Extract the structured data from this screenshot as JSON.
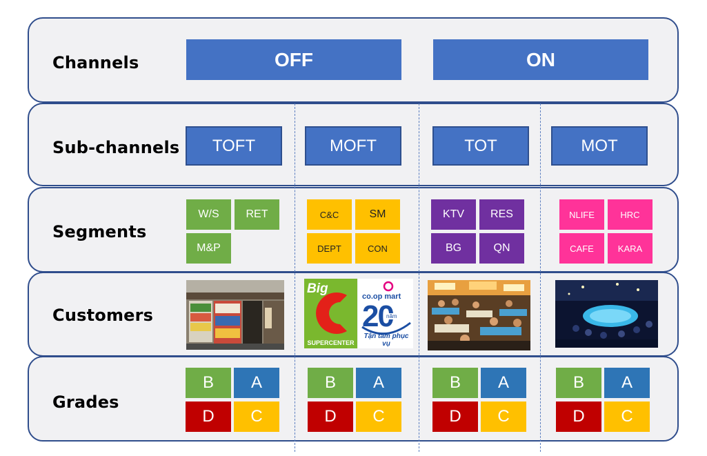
{
  "labels": {
    "channels": "Channels",
    "sub_channels": "Sub-channels",
    "segments": "Segments",
    "customers": "Customers",
    "grades": "Grades"
  },
  "channels": [
    "OFF",
    "ON"
  ],
  "sub_channels": [
    "TOFT",
    "MOFT",
    "TOT",
    "MOT"
  ],
  "segments": {
    "toft": [
      "W/S",
      "RET",
      "M&P"
    ],
    "moft": [
      "C&C",
      "SM",
      "DEPT",
      "CON"
    ],
    "tot": [
      "KTV",
      "RES",
      "BG",
      "QN"
    ],
    "mot": [
      "NLIFE",
      "HRC",
      "CAFE",
      "KARA"
    ]
  },
  "customers": {
    "bigc_logo_text": "Big",
    "bigc_sub": "SUPERCENTER",
    "coopmart_brand": "co.op mart",
    "coopmart_number": "20",
    "coopmart_nam": "năm",
    "coopmart_slogan": "Tận tâm phục vụ"
  },
  "grades": [
    "B",
    "A",
    "D",
    "C"
  ],
  "colors": {
    "blue": "#4472c4",
    "green": "#70ad47",
    "orange": "#ffc000",
    "purple": "#7030a0",
    "pink": "#ff3399",
    "red": "#c00000",
    "grade_blue": "#2e75b6",
    "border": "#2f4d8c"
  }
}
